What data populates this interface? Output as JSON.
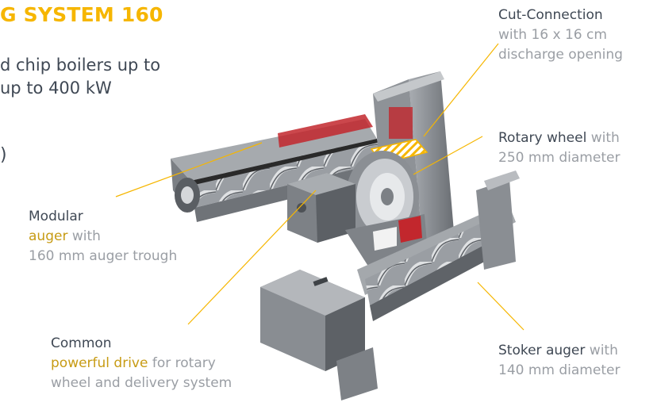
{
  "heading": {
    "title": "G SYSTEM 160",
    "subtitle_line1": "d chip boilers up to",
    "subtitle_line2": "up to 400 kW",
    "stray_glyph": ")"
  },
  "callouts": {
    "cut_connection": {
      "title": "Cut-Connection",
      "line2": "with 16 x 16 cm",
      "line3": "discharge opening"
    },
    "rotary_wheel": {
      "strong": "Rotary wheel",
      "rest": " with",
      "line2": "250 mm diameter"
    },
    "modular_auger": {
      "line1": "Modular",
      "strong": "auger",
      "rest": " with",
      "line3": "160 mm auger trough"
    },
    "common_drive": {
      "line1": "Common",
      "strong": "powerful drive",
      "rest": " for rotary",
      "line3": "wheel and delivery system"
    },
    "stoker_auger": {
      "strong": "Stoker auger",
      "rest": " with",
      "line2": "140 mm diameter"
    }
  },
  "colors": {
    "title": "#f6b600",
    "leader": "#f6b600",
    "text_dark": "#3f4854",
    "text_muted": "#9a9ea4",
    "metal": "#8d9197",
    "cutaway": "#c2272d"
  }
}
